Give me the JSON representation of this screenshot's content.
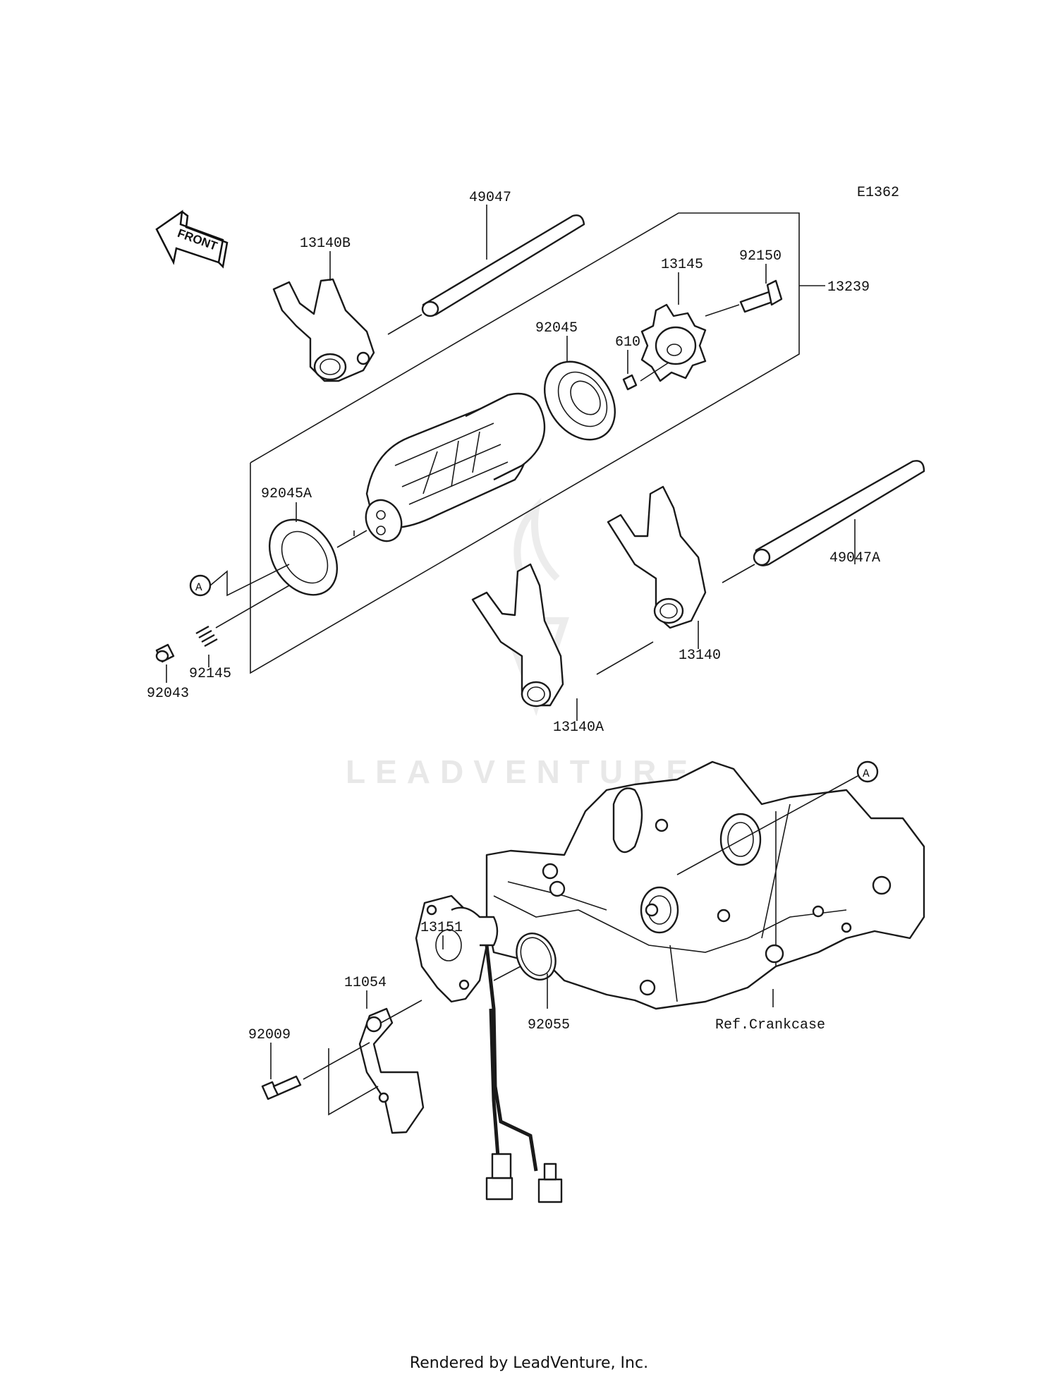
{
  "diagram_id": "E1362",
  "front_label": "FRONT",
  "watermark": "LEADVENTURE",
  "footer": "Rendered by LeadVenture, Inc.",
  "callout_ref": "A",
  "parts": {
    "p13140B": "13140B",
    "p49047": "49047",
    "p92150": "92150",
    "p13145": "13145",
    "p13239": "13239",
    "p92045": "92045",
    "p610": "610",
    "p92045A": "92045A",
    "p49047A": "49047A",
    "p92145": "92145",
    "p92043": "92043",
    "p13140": "13140",
    "p13140A": "13140A",
    "p13151": "13151",
    "p11054": "11054",
    "p92009": "92009",
    "p92055": "92055",
    "ref_crankcase": "Ref.Crankcase"
  }
}
